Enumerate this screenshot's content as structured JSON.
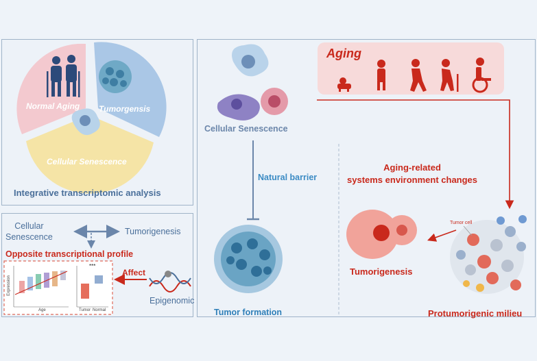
{
  "top_left": {
    "segments": [
      "Normal Aging",
      "Tumorgensis",
      "Cellular Senescence"
    ],
    "caption": "Integrative transcriptomic analysis"
  },
  "bottom_left": {
    "left_term": "Cellular\nSenescence",
    "right_term": "Tumorigenesis",
    "profile": "Opposite transcriptional profile",
    "affect": "Affect",
    "epigenomic": "Epigenomic",
    "plot_ylabel": "Expression",
    "plot_xlabel_left": "Age",
    "plot_xlabel_right_1": "Tumor",
    "plot_xlabel_right_2": "Normal",
    "significance": "***"
  },
  "right": {
    "aging_title": "Aging",
    "senescence_label": "Cellular Senescence",
    "barrier_label": "Natural barrier",
    "tumor_formation": "Tumor formation",
    "aging_related": "Aging-related\nsystems environment changes",
    "tumorigenesis": "Tumorigenesis",
    "tumor_cell": "Tumor cell",
    "milieu": "Protumorigenic milieu"
  },
  "colors": {
    "accent_red": "#c9291c",
    "text_blue": "#4a6f9a",
    "pink_segment": "#f3c9cf",
    "blue_segment": "#a9c6e6",
    "yellow_segment": "#f6e5a6"
  }
}
